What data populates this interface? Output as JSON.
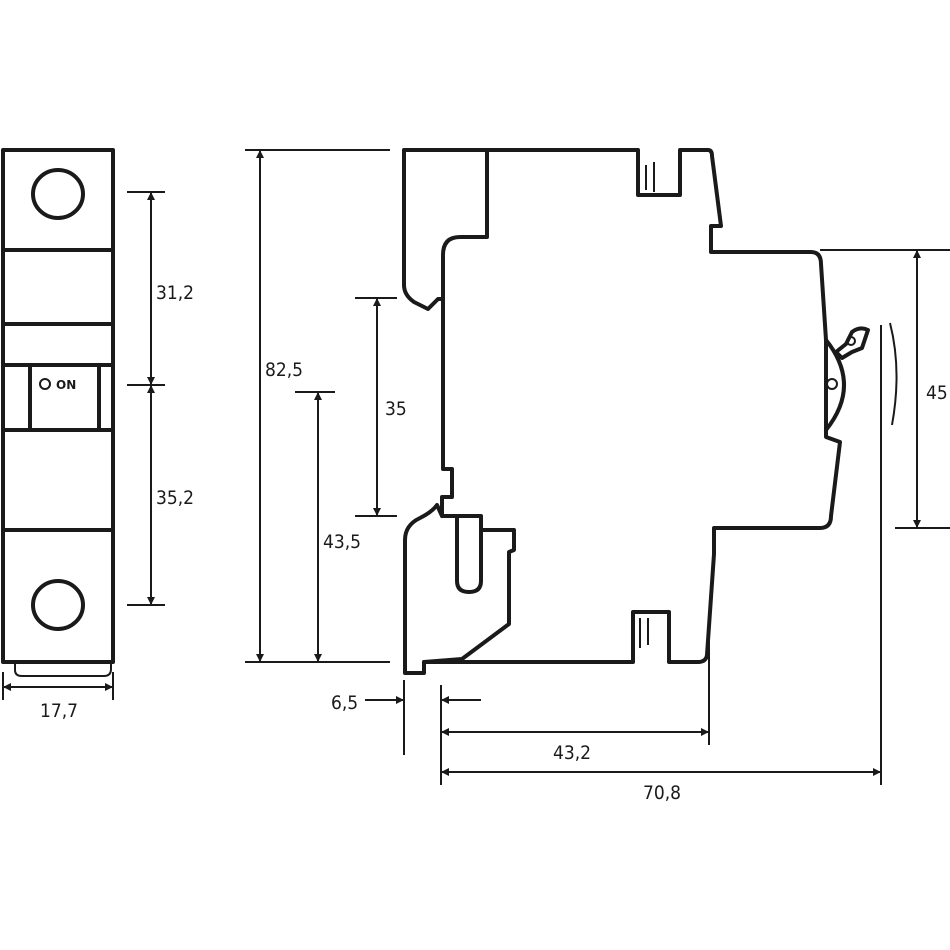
{
  "drawing": {
    "front_view": {
      "switch_label": "ON"
    },
    "dimensions": {
      "upper_terminal_to_center": "31,2",
      "center_to_lower_terminal": "35,2",
      "width": "17,7",
      "total_height": "82,5",
      "rail_to_bottom": "43,5",
      "rail_width": "35",
      "front_height": "45",
      "rail_clip_depth": "6,5",
      "depth_to_shoulder": "43,2",
      "total_depth": "70,8"
    }
  }
}
